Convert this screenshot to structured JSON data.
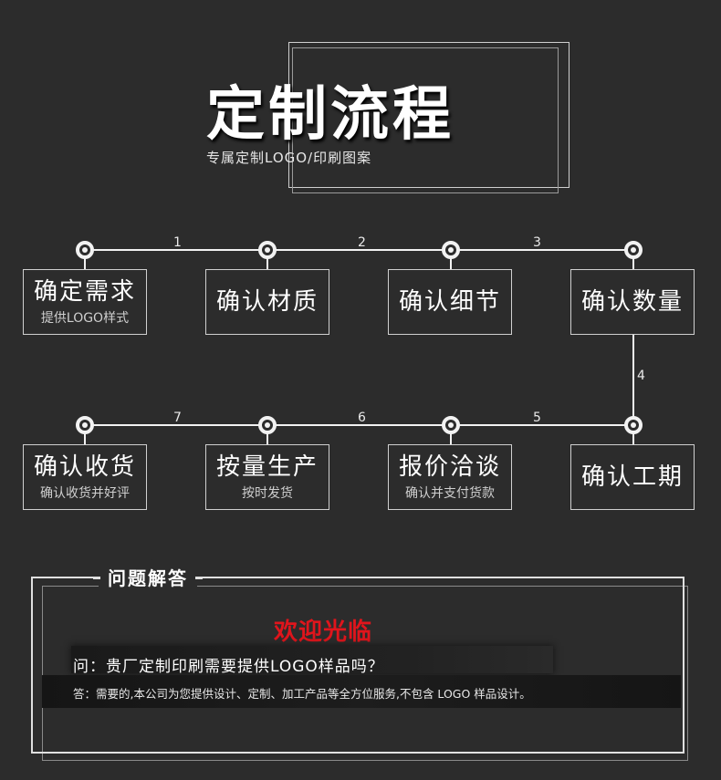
{
  "header": {
    "title": "定制流程",
    "subtitle": "专属定制LOGO/印刷图案"
  },
  "flow": {
    "connectors": [
      "1",
      "2",
      "3",
      "4",
      "5",
      "6",
      "7"
    ],
    "steps": [
      {
        "main": "确定需求",
        "sub": "提供LOGO样式"
      },
      {
        "main": "确认材质",
        "sub": ""
      },
      {
        "main": "确认细节",
        "sub": ""
      },
      {
        "main": "确认数量",
        "sub": ""
      },
      {
        "main": "确认工期",
        "sub": ""
      },
      {
        "main": "报价洽谈",
        "sub": "确认并支付货款"
      },
      {
        "main": "按量生产",
        "sub": "按时发货"
      },
      {
        "main": "确认收货",
        "sub": "确认收货并好评"
      }
    ]
  },
  "faq": {
    "heading": "问题解答",
    "welcome": "欢迎光临",
    "question": "问：贵厂定制印刷需要提供LOGO样品吗？",
    "answer": "答：需要的,本公司为您提供设计、定制、加工产品等全方位服务,不包含 LOGO 样品设计。",
    "welcome_color": "#e0151c"
  }
}
